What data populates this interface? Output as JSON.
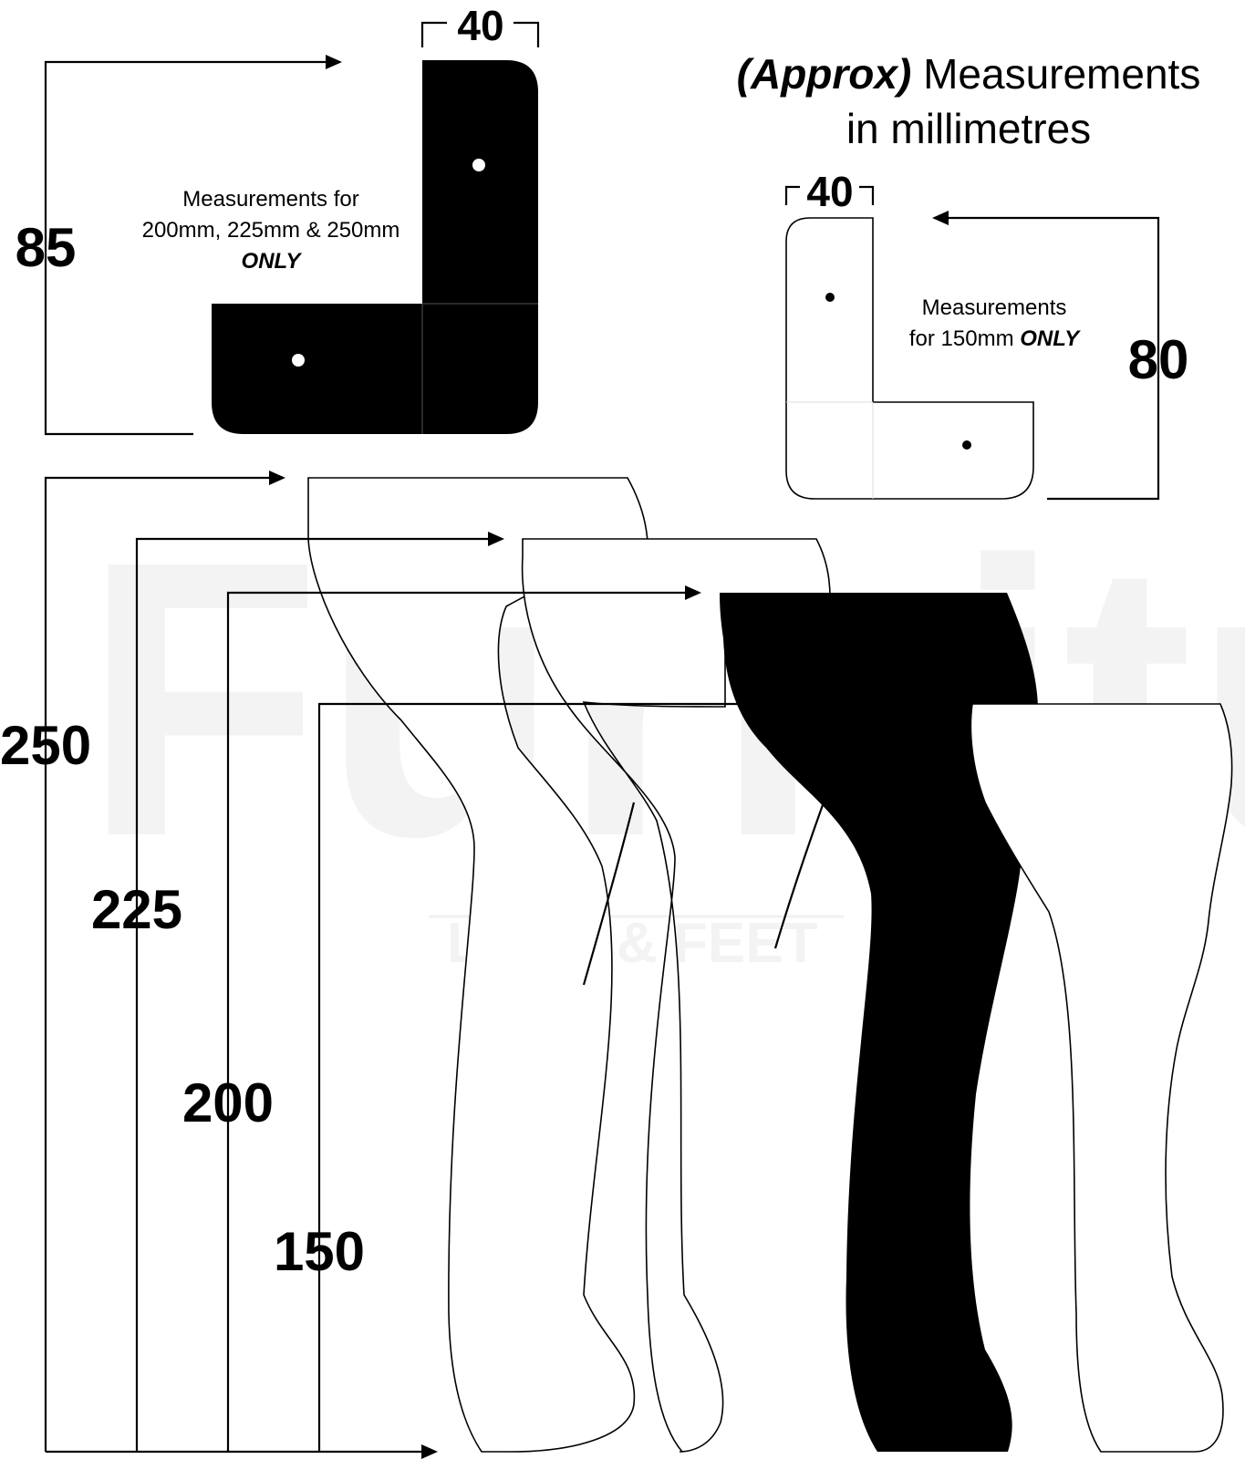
{
  "title": {
    "approx": "(Approx)",
    "line1_rest": " Measurements",
    "line2": "in millimetres"
  },
  "watermark": {
    "brand": "Furniture",
    "sub": "LEGS & FEET"
  },
  "plate_large": {
    "width_label": "40",
    "height_label": "85",
    "note_line1": "Measurements for",
    "note_line2": "200mm, 225mm & 250mm",
    "note_line3": "ONLY"
  },
  "plate_small": {
    "width_label": "40",
    "height_label": "80",
    "note_line1": "Measurements",
    "note_line2_a": "for 150mm ",
    "note_line2_b": "ONLY"
  },
  "legs": [
    {
      "height_label": "250"
    },
    {
      "height_label": "225"
    },
    {
      "height_label": "200"
    },
    {
      "height_label": "150"
    }
  ],
  "colors": {
    "highlight": "#000000",
    "line": "#000000",
    "background": "#ffffff"
  }
}
